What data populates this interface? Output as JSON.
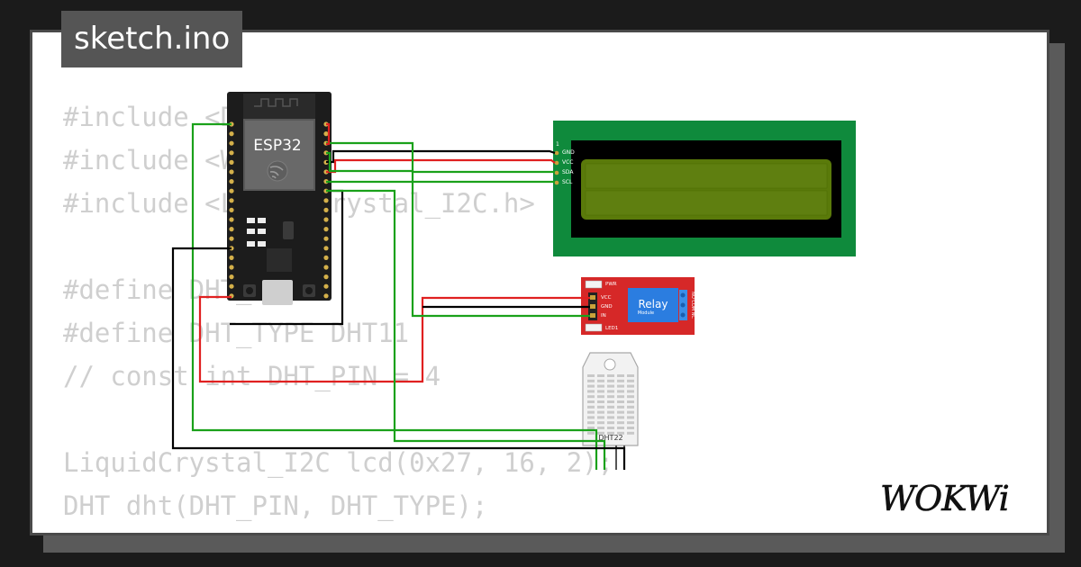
{
  "file_tab": {
    "title": "sketch.ino"
  },
  "code_lines": [
    "#include <DHT.h>",
    "#include <Wire.h>",
    "#include <LiquidCrystal_I2C.h>",
    "",
    "#define DHT_PIN 4",
    "#define DHT_TYPE DHT11",
    "// const int DHT_PIN = 4",
    "",
    "LiquidCrystal_I2C lcd(0x27, 16, 2);",
    "DHT dht(DHT_PIN, DHT_TYPE);"
  ],
  "esp32": {
    "label": "ESP32"
  },
  "lcd": {
    "pin_first": "1",
    "pins": [
      "GND",
      "VCC",
      "SDA",
      "SCL"
    ]
  },
  "relay": {
    "title": "Relay",
    "subtitle": "Module",
    "pins": [
      "VCC",
      "GND",
      "IN"
    ],
    "pwr": "PWR",
    "led": "LED1",
    "side": "NO COM NC"
  },
  "dht": {
    "label": "DHT22"
  },
  "brand": {
    "logo_text": "WOKWi"
  },
  "colors": {
    "background": "#1b1b1b",
    "card": "#ffffff",
    "code_text": "#cfcfcf",
    "tab_bg": "#555555",
    "lcd_board": "#0f8a3c",
    "lcd_screen": "#5a7a0a",
    "relay_board": "#d62828",
    "relay_block": "#2b7de0",
    "wire_green": "#1aa11a",
    "wire_red": "#e02020",
    "wire_black": "#000000"
  }
}
